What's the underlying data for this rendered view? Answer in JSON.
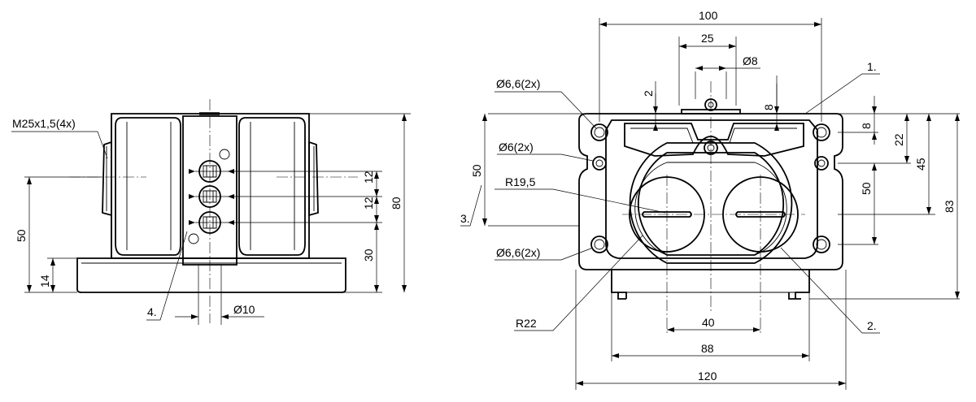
{
  "dimensions": {
    "width_100": "100",
    "hole_spacing_25": "25",
    "diameter_8": "Ø8",
    "plunger_2": "2",
    "plunger_8": "8",
    "right_8": "8",
    "right_22": "22",
    "right_45": "45",
    "right_50": "50",
    "right_83": "83",
    "left_50": "50",
    "radius_19_5": "R19,5",
    "radius_22": "R22",
    "center_40": "40",
    "width_88": "88",
    "width_120": "120",
    "side_12a": "12",
    "side_12b": "12",
    "side_30": "30",
    "side_80": "80",
    "side_50": "50",
    "side_14": "14",
    "diameter_10": "Ø10"
  },
  "callouts": {
    "hole_6_6_top": "Ø6,6(2x)",
    "hole_6": "Ø6(2x)",
    "hole_6_6_bottom": "Ø6,6(2x)",
    "thread": "M25x1,5(4x)",
    "ref_1": "1.",
    "ref_2": "2.",
    "ref_3": "3.",
    "ref_4": "4."
  }
}
